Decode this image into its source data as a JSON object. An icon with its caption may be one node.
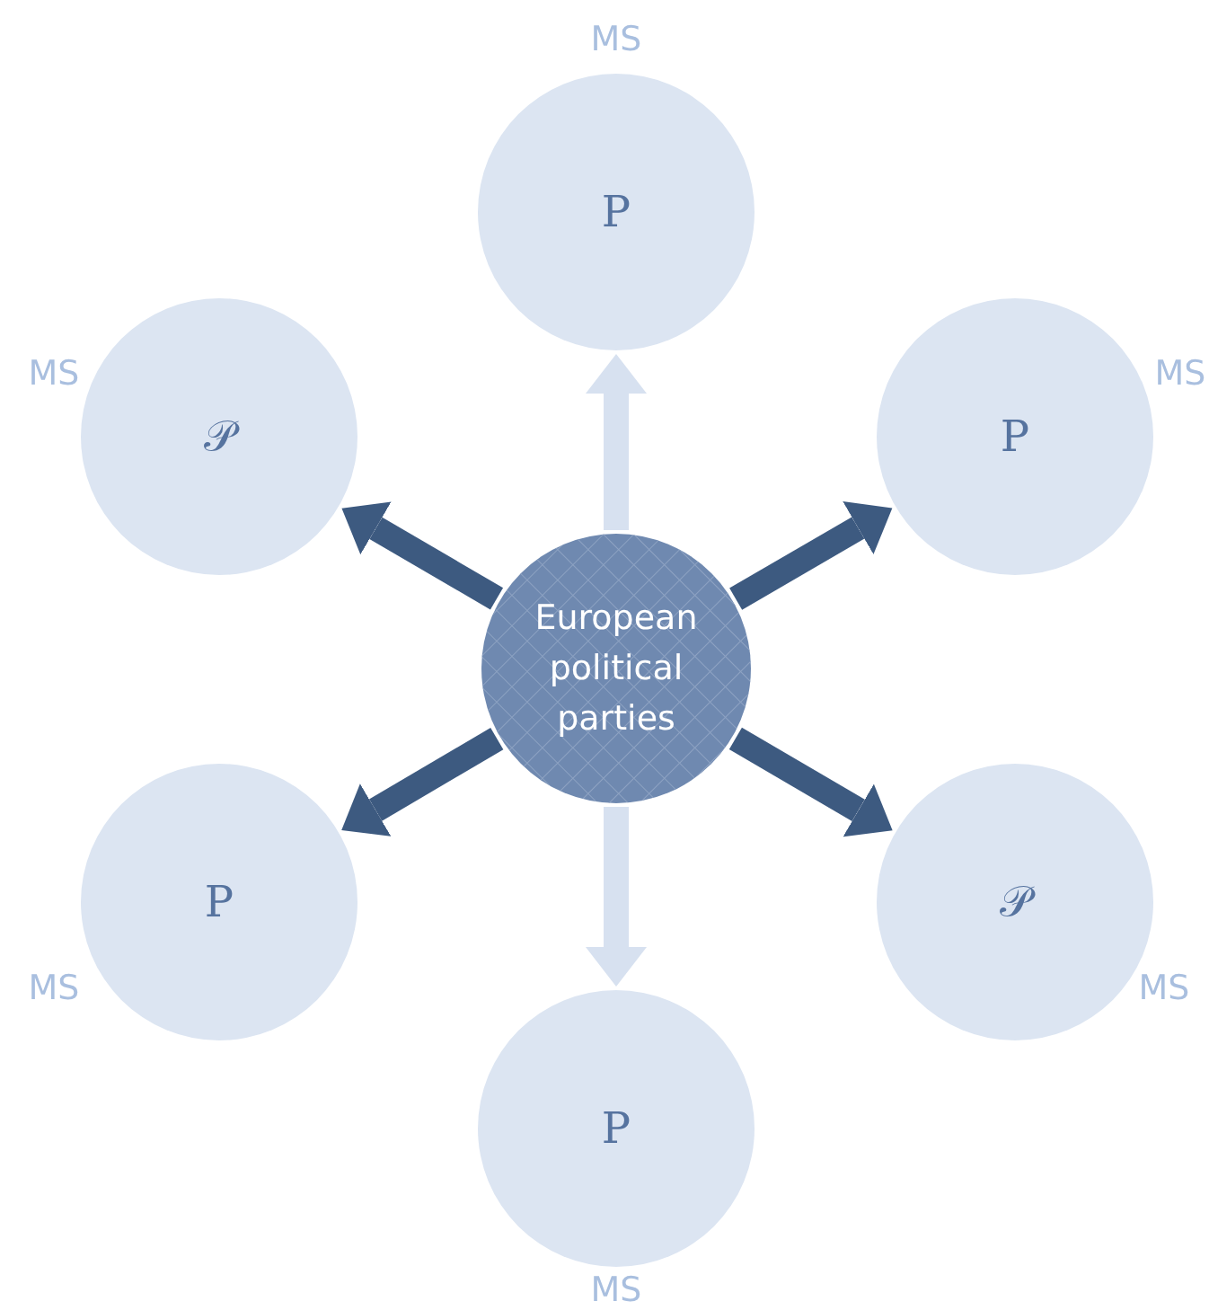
{
  "diagram": {
    "nodes": [
      {
        "text": [
          "European political parties"
        ]
      },
      {
        "text": [
          "P"
        ],
        "beside": [
          "MS"
        ]
      },
      {
        "text": [
          "𝒫"
        ],
        "beside": [
          "MS"
        ]
      },
      {
        "text": [
          "P"
        ],
        "beside": [
          "MS"
        ]
      },
      {
        "text": [
          "P"
        ],
        "beside": [
          "MS"
        ]
      },
      {
        "text": [
          "𝒫"
        ],
        "beside": [
          "MS"
        ]
      },
      {
        "text": [
          "P"
        ],
        "beside": [
          "MS"
        ]
      }
    ],
    "edges": [
      {
        "from": 0,
        "to": 1,
        "arrow": "to",
        "color": "#d7e1f0"
      },
      {
        "from": 0,
        "to": 2,
        "arrow": "to"
      },
      {
        "from": 0,
        "to": 3,
        "arrow": "to"
      },
      {
        "from": 0,
        "to": 4,
        "arrow": "to"
      },
      {
        "from": 0,
        "to": 5,
        "arrow": "to"
      },
      {
        "from": 0,
        "to": 6,
        "arrow": "to",
        "color": "#d7e1f0"
      }
    ]
  }
}
